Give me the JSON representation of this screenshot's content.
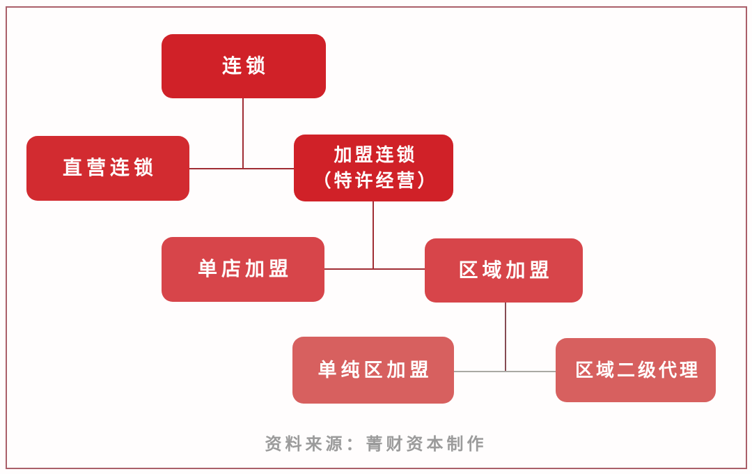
{
  "frame": {
    "border_color": "#aa5f69",
    "background": "#fffdfd"
  },
  "diagram": {
    "title_implicit": "",
    "nodes": [
      {
        "id": "chain",
        "label": "连锁",
        "color": "#d02128"
      },
      {
        "id": "direct-chain",
        "label": "直营连锁",
        "color": "#d22b30"
      },
      {
        "id": "franchise-chain",
        "label": "加盟连锁",
        "label2": "（特许经营）",
        "color": "#d02128"
      },
      {
        "id": "single-store-franchise",
        "label": "单店加盟",
        "color": "#d7454a"
      },
      {
        "id": "regional-franchise",
        "label": "区域加盟",
        "color": "#d7454a"
      },
      {
        "id": "pure-region-franchise",
        "label": "单纯区加盟",
        "color": "#d7605f"
      },
      {
        "id": "regional-second-level-agent",
        "label": "区域二级代理",
        "color": "#d7605f"
      }
    ],
    "edges": [
      {
        "from": "chain",
        "to": "direct-chain"
      },
      {
        "from": "chain",
        "to": "franchise-chain"
      },
      {
        "from": "franchise-chain",
        "to": "single-store-franchise"
      },
      {
        "from": "franchise-chain",
        "to": "regional-franchise"
      },
      {
        "from": "regional-franchise",
        "to": "pure-region-franchise"
      },
      {
        "from": "regional-franchise",
        "to": "regional-second-level-agent"
      }
    ],
    "connector_colors": {
      "red": "#a02d34",
      "maroon": "#864b53",
      "gray": "#a9a9a4"
    },
    "source_note": "资料来源：菁财资本制作",
    "source_note_color": "#9b9b9b"
  }
}
